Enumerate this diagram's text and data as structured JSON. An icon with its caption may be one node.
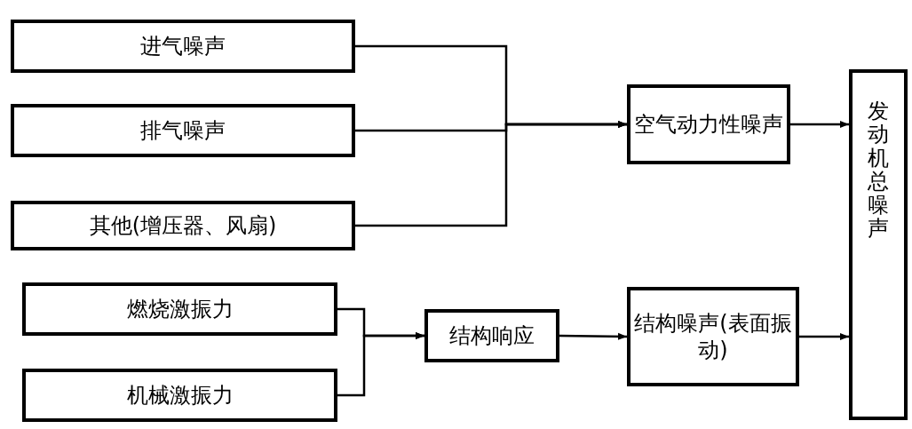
{
  "diagram": {
    "nodes": [
      {
        "text": [
          "进气噪声"
        ]
      },
      {
        "text": [
          "排气噪声"
        ]
      },
      {
        "text": [
          "其他(增压器、风扇)"
        ]
      },
      {
        "text": [
          "空气动力性噪声"
        ]
      },
      {
        "text": [
          "发动机总噪声"
        ]
      },
      {
        "text": [
          "燃烧激振力"
        ]
      },
      {
        "text": [
          "机械激振力"
        ]
      },
      {
        "text": [
          "结构响应"
        ]
      },
      {
        "text": [
          "结构噪声(表面振动)"
        ]
      }
    ],
    "edges": [
      {
        "from": 0,
        "to": 3,
        "arrow": "to"
      },
      {
        "from": 1,
        "to": 3,
        "arrow": "to"
      },
      {
        "from": 2,
        "to": 3,
        "arrow": "to"
      },
      {
        "from": 3,
        "to": 4,
        "arrow": "to"
      },
      {
        "from": 5,
        "to": 7,
        "arrow": "to"
      },
      {
        "from": 6,
        "to": 7,
        "arrow": "to"
      },
      {
        "from": 7,
        "to": 8,
        "arrow": "to"
      },
      {
        "from": 8,
        "to": 4,
        "arrow": "to"
      }
    ]
  }
}
